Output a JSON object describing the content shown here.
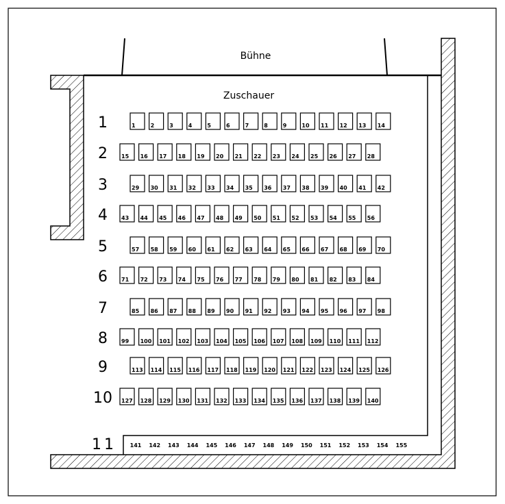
{
  "stage_label": "Bühne",
  "audience_label": "Zuschauer",
  "colors": {
    "line": "#000000",
    "background": "#ffffff"
  },
  "rows": [
    {
      "label": "1",
      "seats": [
        1,
        2,
        3,
        4,
        5,
        6,
        7,
        8,
        9,
        10,
        11,
        12,
        13,
        14
      ]
    },
    {
      "label": "2",
      "seats": [
        15,
        16,
        17,
        18,
        19,
        20,
        21,
        22,
        23,
        24,
        25,
        26,
        27,
        28
      ]
    },
    {
      "label": "3",
      "seats": [
        29,
        30,
        31,
        32,
        33,
        34,
        35,
        36,
        37,
        38,
        39,
        40,
        41,
        42
      ]
    },
    {
      "label": "4",
      "seats": [
        43,
        44,
        45,
        46,
        47,
        48,
        49,
        50,
        51,
        52,
        53,
        54,
        55,
        56
      ]
    },
    {
      "label": "5",
      "seats": [
        57,
        58,
        59,
        60,
        61,
        62,
        63,
        64,
        65,
        66,
        67,
        68,
        69,
        70
      ]
    },
    {
      "label": "6",
      "seats": [
        71,
        72,
        73,
        74,
        75,
        76,
        77,
        78,
        79,
        80,
        81,
        82,
        83,
        84
      ]
    },
    {
      "label": "7",
      "seats": [
        85,
        86,
        87,
        88,
        89,
        90,
        91,
        92,
        93,
        94,
        95,
        96,
        97,
        98
      ]
    },
    {
      "label": "8",
      "seats": [
        99,
        100,
        101,
        102,
        103,
        104,
        105,
        106,
        107,
        108,
        109,
        110,
        111,
        112
      ]
    },
    {
      "label": "9",
      "seats": [
        113,
        114,
        115,
        116,
        117,
        118,
        119,
        120,
        121,
        122,
        123,
        124,
        125,
        126
      ]
    },
    {
      "label": "10",
      "seats": [
        127,
        128,
        129,
        130,
        131,
        132,
        133,
        134,
        135,
        136,
        137,
        138,
        139,
        140
      ]
    }
  ],
  "bench_row": {
    "label": "11",
    "seats": [
      141,
      142,
      143,
      144,
      145,
      146,
      147,
      148,
      149,
      150,
      151,
      152,
      153,
      154,
      155
    ]
  }
}
